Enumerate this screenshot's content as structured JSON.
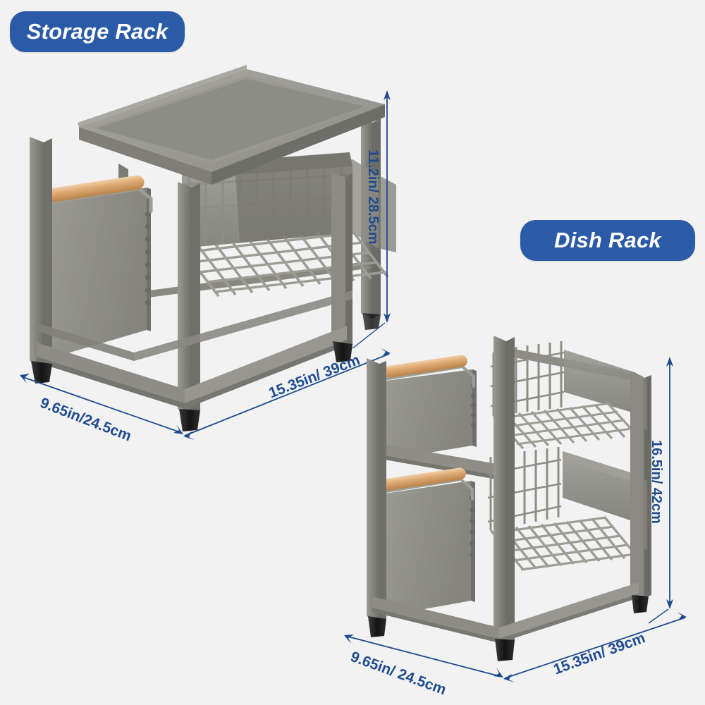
{
  "background_color": "#f2f2f2",
  "palette": {
    "badge_blue": "#2b5aa7",
    "dimension_blue": "#1f4b8e",
    "metal_grey": "#8a8a84",
    "metal_grey_light": "#a3a39c",
    "metal_grey_dark": "#6f6f69",
    "wood_tan": "#dba56d",
    "foot_black": "#1d1d1d"
  },
  "badges": [
    {
      "id": "storage-rack",
      "label": "Storage Rack"
    },
    {
      "id": "dish-rack",
      "label": "Dish Rack"
    }
  ],
  "products": [
    {
      "id": "storage-rack",
      "name": "Storage Rack",
      "tiers": 1,
      "handles": 1,
      "dimensions": {
        "height": "11.2in/ 28.5cm",
        "depth": "9.65in/24.5cm",
        "width": "15.35in/ 39cm"
      }
    },
    {
      "id": "dish-rack",
      "name": "Dish Rack",
      "tiers": 2,
      "handles": 2,
      "dimensions": {
        "height": "16.5in/ 42cm",
        "depth": "9.65in/ 24.5cm",
        "width": "15.35in/ 39cm"
      }
    }
  ]
}
